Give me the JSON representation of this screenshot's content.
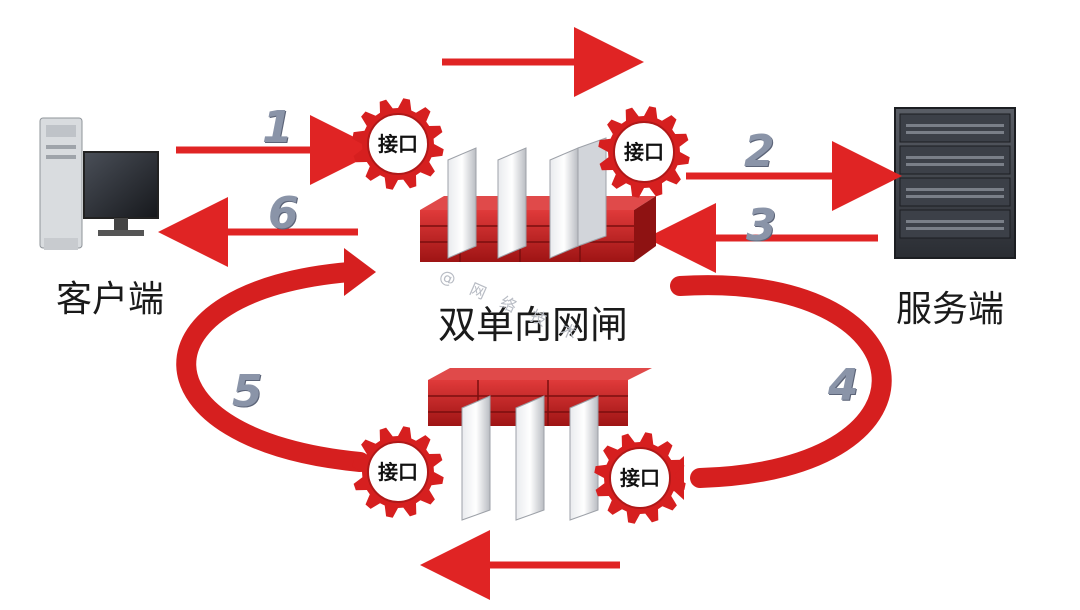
{
  "labels": {
    "client": "客户端",
    "server": "服务端",
    "gateway": "双单向网闸",
    "interface": "接口"
  },
  "steps": [
    "1",
    "2",
    "3",
    "4",
    "5",
    "6"
  ],
  "watermark": "@ 网 络 技 术",
  "colors": {
    "arrow_red": "#e02424",
    "gear_red": "#d61f1f",
    "wall_red": "#c42020",
    "step_number": "#8a94a8"
  }
}
